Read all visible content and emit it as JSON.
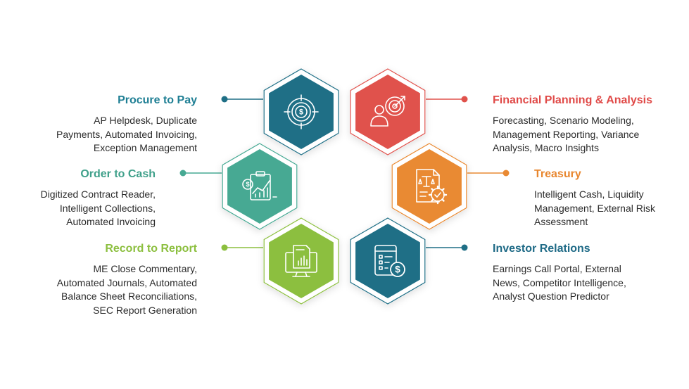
{
  "colors": {
    "teal_dark": "#1f6f86",
    "teal_green": "#47a993",
    "lime": "#8cbf3f",
    "red": "#e0524c",
    "orange": "#e98a33",
    "title_teal": "#1f7f94",
    "title_green": "#3fa08a",
    "title_lime": "#8cbf3f",
    "title_red": "#e04a48",
    "title_orange": "#e8862e",
    "title_navy": "#1e6a86",
    "text": "#2b2b2b"
  },
  "items": [
    {
      "id": "procure-to-pay",
      "title": "Procure to Pay",
      "lines": [
        "AP Helpdesk, Duplicate",
        "Payments, Automated Invoicing,",
        "Exception Management"
      ],
      "icon": "target-dollar-icon"
    },
    {
      "id": "order-to-cash",
      "title": "Order to Cash",
      "lines": [
        "Digitized Contract Reader,",
        "Intelligent Collections,",
        "Automated Invoicing"
      ],
      "icon": "clipboard-chart-icon"
    },
    {
      "id": "record-to-report",
      "title": "Record to Report",
      "lines": [
        "ME Close Commentary,",
        "Automated Journals, Automated",
        "Balance Sheet Reconciliations,",
        "SEC Report Generation"
      ],
      "icon": "monitor-report-icon"
    },
    {
      "id": "financial-planning",
      "title": "Financial Planning & Analysis",
      "lines": [
        "Forecasting, Scenario Modeling,",
        "Management Reporting, Variance",
        "Analysis, Macro Insights"
      ],
      "icon": "person-target-icon"
    },
    {
      "id": "treasury",
      "title": "Treasury",
      "lines": [
        "Intelligent Cash, Liquidity",
        "Management, External Risk",
        "Assessment"
      ],
      "icon": "document-scale-gear-icon"
    },
    {
      "id": "investor-relations",
      "title": "Investor Relations",
      "lines": [
        "Earnings Call Portal, External",
        "News, Competitor Intelligence,",
        "Analyst Question Predictor"
      ],
      "icon": "checklist-dollar-icon"
    }
  ]
}
